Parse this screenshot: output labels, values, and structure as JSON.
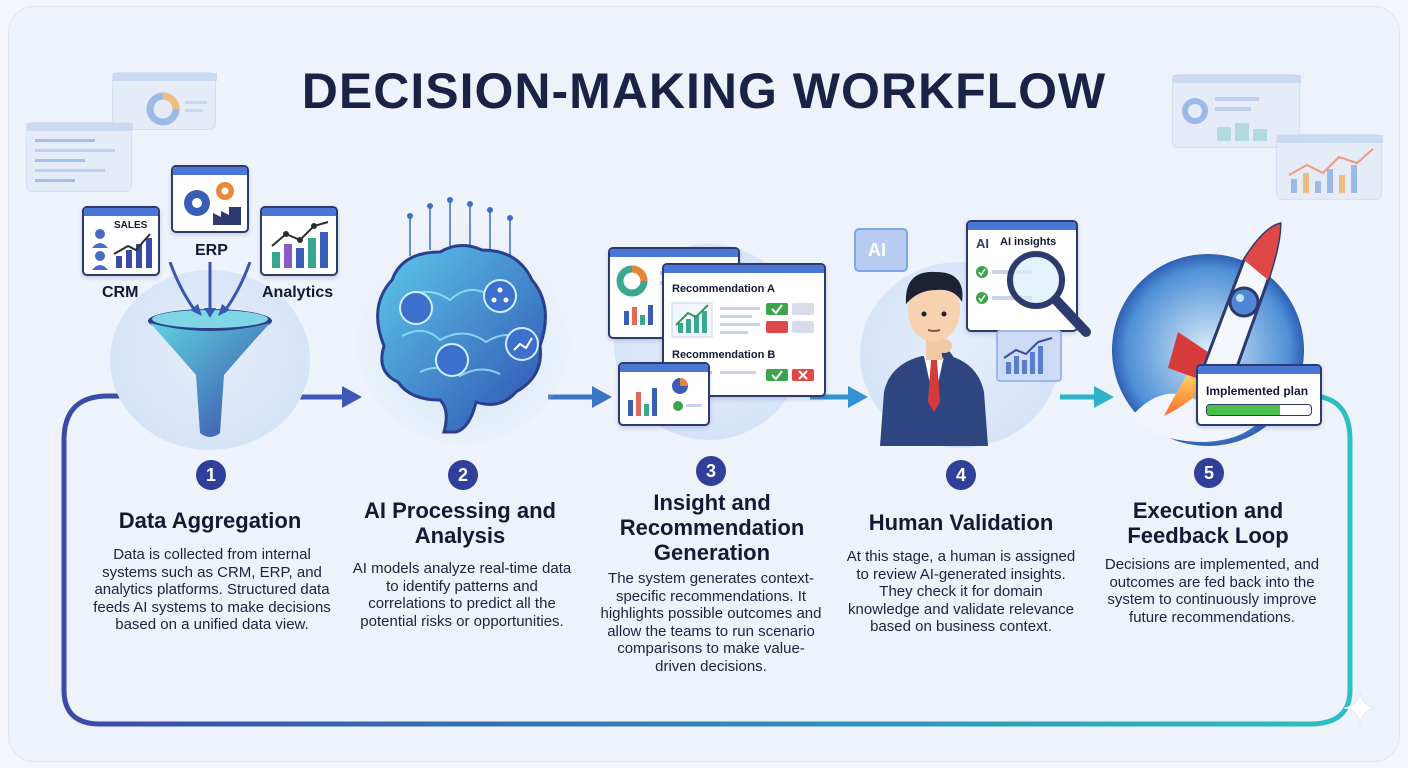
{
  "title": "DECISION-MAKING WORKFLOW",
  "colors": {
    "accent_blue": "#2f3f9a",
    "loop_start": "#3a4aa8",
    "loop_end": "#2bc0c4",
    "window_bar": "#4a76d6"
  },
  "stages": [
    {
      "number": "1",
      "title": "Data Aggregation",
      "description": "Data is collected from internal systems such as CRM, ERP, and analytics platforms. Structured data feeds AI systems to make decisions based on a unified data view.",
      "icon": "funnel-icon",
      "labels": {
        "crm": "CRM",
        "erp": "ERP",
        "analytics": "Analytics",
        "sales": "SALES"
      }
    },
    {
      "number": "2",
      "title": "AI Processing and Analysis",
      "description": "AI models analyze real-time data to identify patterns and correlations to predict all the potential risks or opportunities.",
      "icon": "brain-icon"
    },
    {
      "number": "3",
      "title": "Insight and Recommendation Generation",
      "description": "The system generates context-specific recommendations. It highlights possible outcomes and allow the teams to run scenario comparisons to make value-driven decisions.",
      "icon": "recommendation-icon",
      "labels": {
        "rec_a": "Recommendation A",
        "rec_b": "Recommendation B"
      }
    },
    {
      "number": "4",
      "title": "Human Validation",
      "description": "At this stage, a human is assigned to review AI-generated insights. They check it for domain knowledge and validate relevance based on business context.",
      "icon": "person-icon",
      "labels": {
        "ai": "AI",
        "ai_insights": "AI insights"
      }
    },
    {
      "number": "5",
      "title": "Execution and Feedback Loop",
      "description": "Decisions are implemented, and outcomes are fed back into the system to continuously improve future recommendations.",
      "icon": "rocket-icon",
      "labels": {
        "plan": "Implemented plan"
      },
      "progress": 0.7
    }
  ]
}
